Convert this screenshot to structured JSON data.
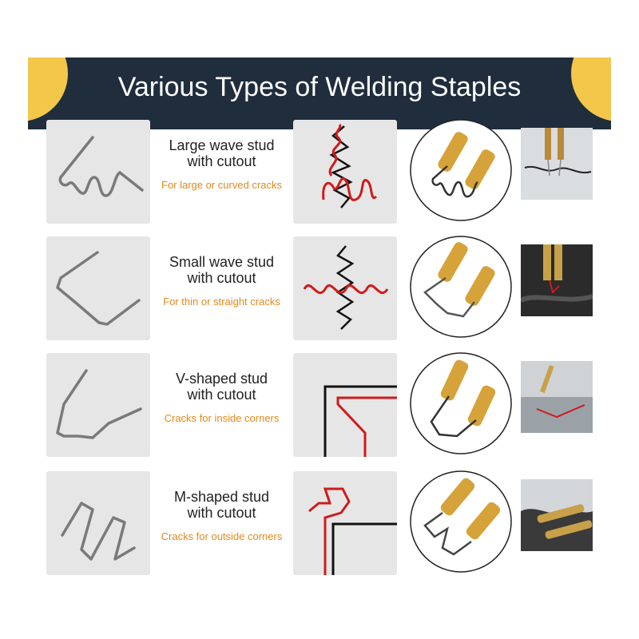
{
  "header": {
    "title": "Various Types of Welding Staples"
  },
  "colors": {
    "banner": "#1f2d3d",
    "accent_yellow": "#f3c74a",
    "use_text": "#e2891e",
    "crack_red": "#d11a1a",
    "brass": "#d6a23a"
  },
  "rows": [
    {
      "name_line1": "Large wave stud",
      "name_line2": "with cutout",
      "use": "For large or curved cracks"
    },
    {
      "name_line1": "Small wave stud",
      "name_line2": "with cutout",
      "use": "For thin or straight cracks"
    },
    {
      "name_line1": "V-shaped stud",
      "name_line2": "with cutout",
      "use": "Cracks for inside corners"
    },
    {
      "name_line1": "M-shaped stud",
      "name_line2": "with cutout",
      "use": "Cracks for outside corners"
    }
  ]
}
